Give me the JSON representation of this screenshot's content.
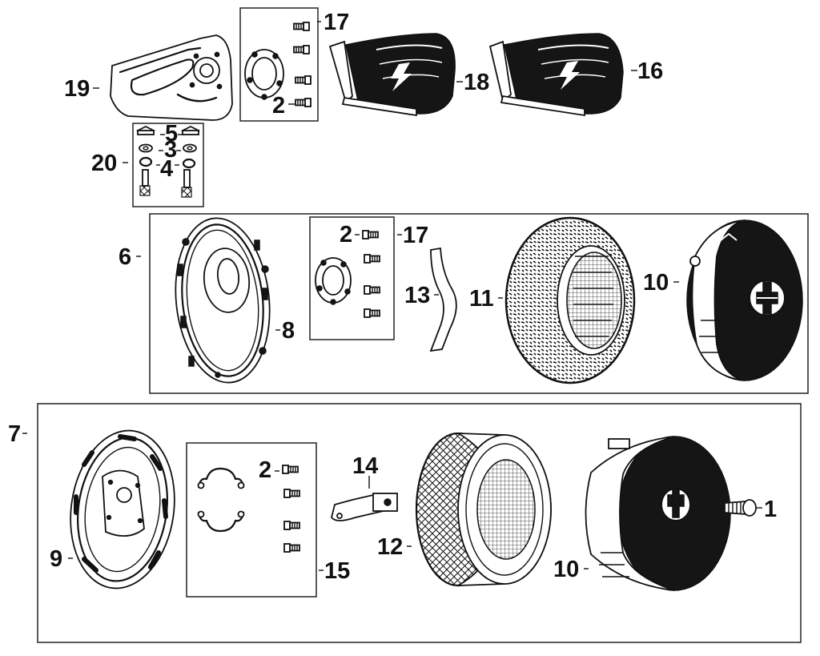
{
  "diagram": {
    "callouts": {
      "c1": "1",
      "c2_top": "2",
      "c2_mid": "2",
      "c2_bot": "2",
      "c3": "3",
      "c4": "4",
      "c5": "5",
      "c6": "6",
      "c7": "7",
      "c8": "8",
      "c9": "9",
      "c10_mid": "10",
      "c10_bot": "10",
      "c11": "11",
      "c12": "12",
      "c13": "13",
      "c14": "14",
      "c15": "15",
      "c16": "16",
      "c17_top": "17",
      "c17_mid": "17",
      "c18": "18",
      "c19": "19",
      "c20": "20"
    }
  }
}
